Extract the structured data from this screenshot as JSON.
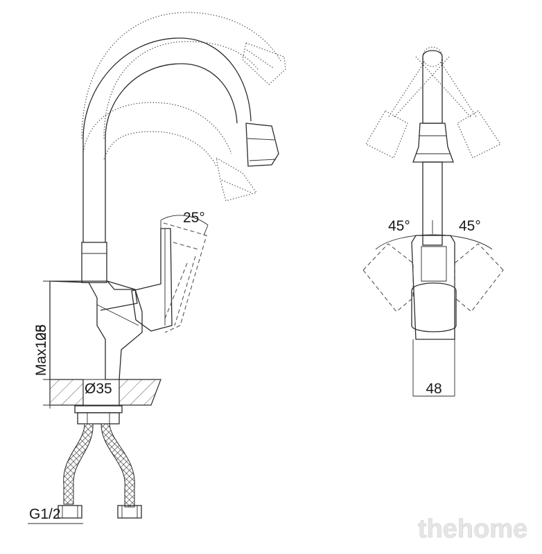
{
  "side_view": {
    "dim_height_base": "108",
    "dim_max_deck": "Max. 25",
    "dim_hole_diameter": "Ø35",
    "dim_handle_angle": "25°",
    "dim_thread": "G1/2"
  },
  "front_view": {
    "dim_swivel_left": "45°",
    "dim_swivel_right": "45°",
    "dim_width": "48"
  },
  "watermark": "thehome"
}
